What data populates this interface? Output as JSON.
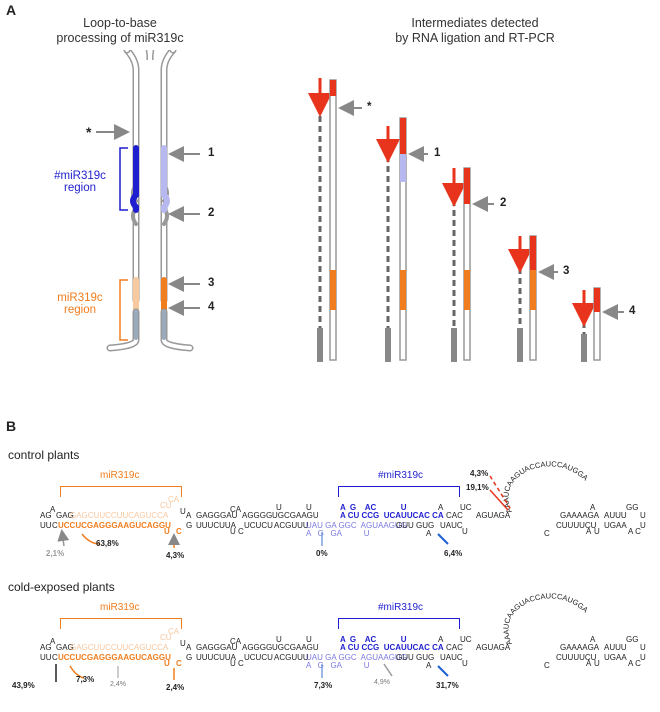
{
  "panel_a": {
    "letter": "A",
    "left_title_1": "Loop-to-base",
    "left_title_2": "processing of miR319c",
    "right_title_1": "Intermediates detected",
    "right_title_2": "by RNA ligation and RT-PCR",
    "star": "*",
    "mirstar_label_1": "#miR319c",
    "mirstar_label_2": "region",
    "mir_label_1": "miR319c",
    "mir_label_2": "region",
    "site_labels": [
      "1",
      "2",
      "3",
      "4"
    ],
    "intermediate_labels": [
      "*",
      "1",
      "2",
      "3",
      "4"
    ],
    "colors": {
      "mirstar": "#1f1fcf",
      "mirstar_light": "#b8b8f0",
      "mir": "#f07d1e",
      "mir_light": "#f8c8a0",
      "red": "#e8341c",
      "grey": "#999999"
    }
  },
  "panel_b": {
    "letter": "B",
    "control": {
      "title": "control plants",
      "mir_label": "miR319c",
      "mirstar_label": "#miR319c",
      "pct": [
        "2,1%",
        "63,8%",
        "4,3%",
        "0%",
        "6,4%",
        "4,3%",
        "19,1%"
      ]
    },
    "cold": {
      "title": "cold-exposed plants",
      "mir_label": "miR319c",
      "mirstar_label": "#miR319c",
      "pct": [
        "43,9%",
        "7,3%",
        "2,4%",
        "2,4%",
        "7,3%",
        "4,9%",
        "31,7%"
      ]
    },
    "seq": {
      "top_a": "AG",
      "top_a2": "A",
      "top_gag": "GAG",
      "top_mir": "GAGCUUCCUUCAGUCCA",
      "top_mir_loop": "CU",
      "top_cca": "CA",
      "top_u": "U",
      "top_a3": "A",
      "top_gagg": "GAGGGAU",
      "top_ca": "CA",
      "top_aggg": "AGGGG",
      "top_u1": "U",
      "top_u2": "U",
      "top_ugc": "UGCGAAGU",
      "top_star": "A CU CCG  UCAUUCAC CA",
      "top_star_up": "A  G    AC           U",
      "top_a4": "A",
      "top_cac": "CAC",
      "top_uc": "UC",
      "top_aguag": "AGUAGA",
      "bot_uu": "UU",
      "bot_c": "C",
      "bot_mir": "UCCUCGAGGGAAGUCAGGU",
      "bot_u": "U",
      "bot_uc": "C",
      "bot_g": "G",
      "bot_uuuc": "UUUCUUA",
      "bot_uc2": "U C",
      "bot_ucucu": "UCUCU",
      "bot_acg": "ACGUUU",
      "bot_star": "UAU GA GGC  AGUAAGUG",
      "bot_star_dn": "A   G   GA          U",
      "bot_guu": "GUU GUG",
      "bot_a": "A",
      "bot_uauc": "UAUC",
      "bot_u2": "U",
      "bot_c2": "C",
      "loop_top": "GAAAAGA",
      "loop_a": "A",
      "loop_auuu": "AUUU",
      "loop_u": "U",
      "loop_gg": "GG",
      "loop_cuuu": "CUUUUCU",
      "loop_a2": "A",
      "loop_u2": "U",
      "loop_uga": "UGAA",
      "loop_ac": "A C",
      "hairpin": "AAAUCAAGUACCAUCCAUGGA"
    }
  }
}
